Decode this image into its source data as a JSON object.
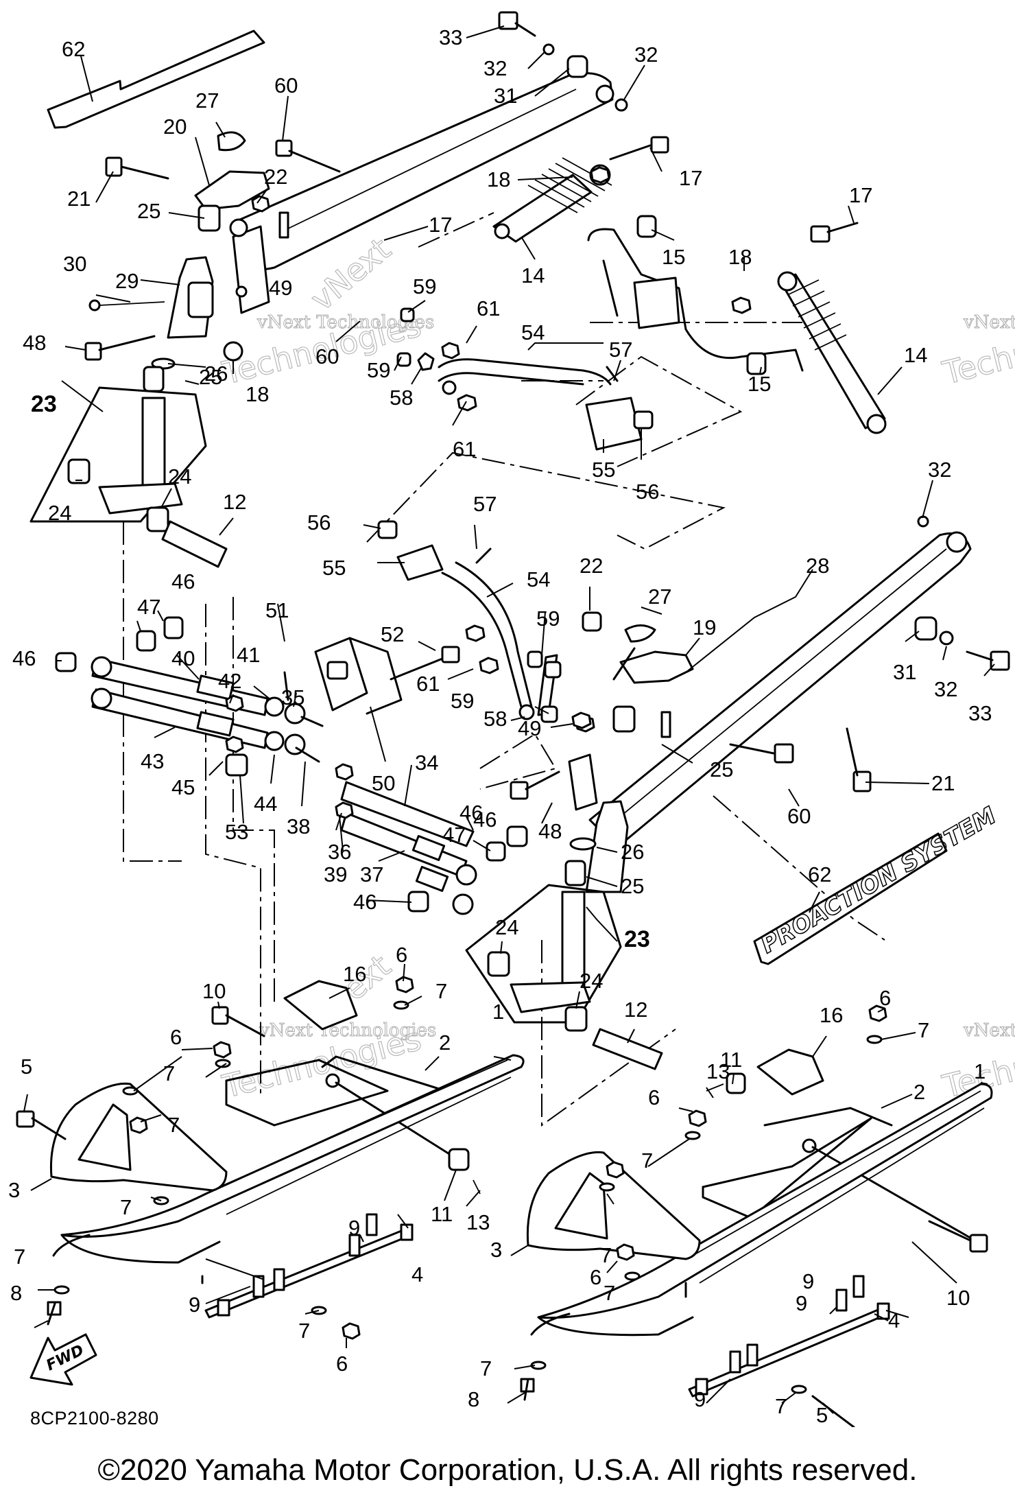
{
  "diagram": {
    "code": "8CP2100-8280",
    "fwd_label": "FWD",
    "decal_label": "PROACTION SYSTEM",
    "watermarks": [
      "vNext",
      "Technologies",
      "vNext Technologies"
    ],
    "group_labels": [
      "23",
      "23"
    ],
    "callouts": [
      "62",
      "33",
      "32",
      "31",
      "32",
      "27",
      "60",
      "20",
      "22",
      "21",
      "18",
      "17",
      "25",
      "49",
      "17",
      "17",
      "15",
      "18",
      "30",
      "29",
      "59",
      "61",
      "48",
      "26",
      "18",
      "60",
      "59",
      "58",
      "54",
      "57",
      "14",
      "14",
      "15",
      "25",
      "23",
      "24",
      "24",
      "61",
      "55",
      "56",
      "32",
      "12",
      "56",
      "57",
      "55",
      "54",
      "28",
      "22",
      "27",
      "19",
      "46",
      "47",
      "51",
      "52",
      "61",
      "59",
      "31",
      "32",
      "33",
      "46",
      "40",
      "41",
      "42",
      "35",
      "59",
      "58",
      "49",
      "43",
      "50",
      "21",
      "45",
      "44",
      "38",
      "53",
      "36",
      "34",
      "25",
      "48",
      "60",
      "46",
      "47",
      "39",
      "37",
      "46",
      "26",
      "25",
      "62",
      "24",
      "23",
      "24",
      "12",
      "16",
      "6",
      "7",
      "10",
      "6",
      "16",
      "7",
      "1",
      "2",
      "6",
      "13",
      "11",
      "2",
      "5",
      "7",
      "7",
      "6",
      "7",
      "1",
      "3",
      "7",
      "7",
      "9",
      "11",
      "13",
      "9",
      "3",
      "10",
      "7",
      "4",
      "6",
      "7",
      "8",
      "9",
      "7",
      "9",
      "4",
      "6",
      "7",
      "8",
      "9",
      "7",
      "5"
    ]
  },
  "footer": {
    "copyright": "©2020 Yamaha Motor Corporation, U.S.A. All rights reserved."
  }
}
